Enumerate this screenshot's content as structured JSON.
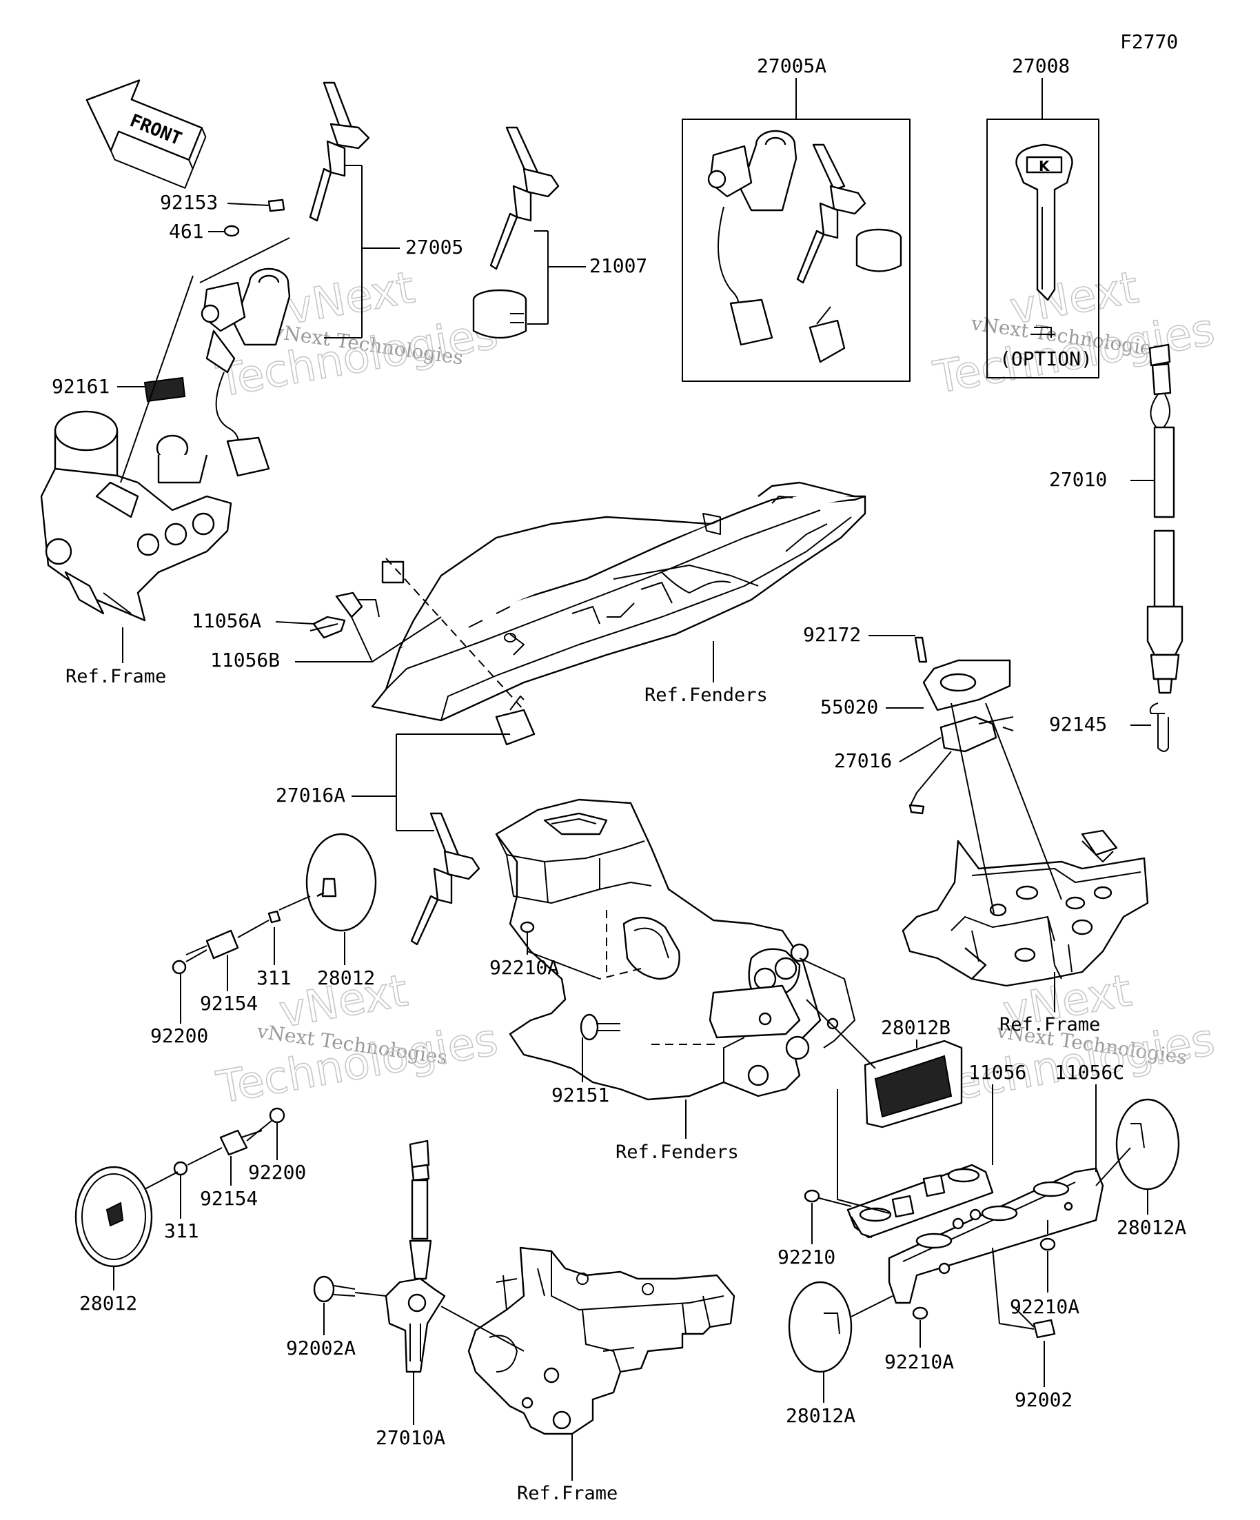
{
  "diagram": {
    "code": "F2770",
    "front_label": "FRONT",
    "option_label": "(OPTION)",
    "brand_text": "K",
    "watermark": {
      "line1": "vNext",
      "line2": "vNext Technologies",
      "line3": "Technologies"
    },
    "parts": {
      "p27005A": "27005A",
      "p27008": "27008",
      "p92153": "92153",
      "p461": "461",
      "p27005": "27005",
      "p21007": "21007",
      "p92161": "92161",
      "p27010": "27010",
      "p11056A": "11056A",
      "p11056B": "11056B",
      "p92172": "92172",
      "p55020": "55020",
      "p27016": "27016",
      "p92145": "92145",
      "p27016A": "27016A",
      "p311a": "311",
      "p28012a": "28012",
      "p92154a": "92154",
      "p92200a": "92200",
      "p92210A_a": "92210A",
      "p28012B": "28012B",
      "p92151": "92151",
      "p11056": "11056",
      "p11056C": "11056C",
      "p92200b": "92200",
      "p92154b": "92154",
      "p311b": "311",
      "p28012b": "28012",
      "p28012A_a": "28012A",
      "p92210": "92210",
      "p92210A_b": "92210A",
      "p92002A": "92002A",
      "p92210A_c": "92210A",
      "p92002": "92002",
      "p28012A_b": "28012A",
      "p27010A": "27010A"
    },
    "refs": {
      "frame1": "Ref.Frame",
      "fenders1": "Ref.Fenders",
      "frame2": "Ref.Frame",
      "fenders2": "Ref.Fenders",
      "frame3": "Ref.Frame"
    }
  }
}
